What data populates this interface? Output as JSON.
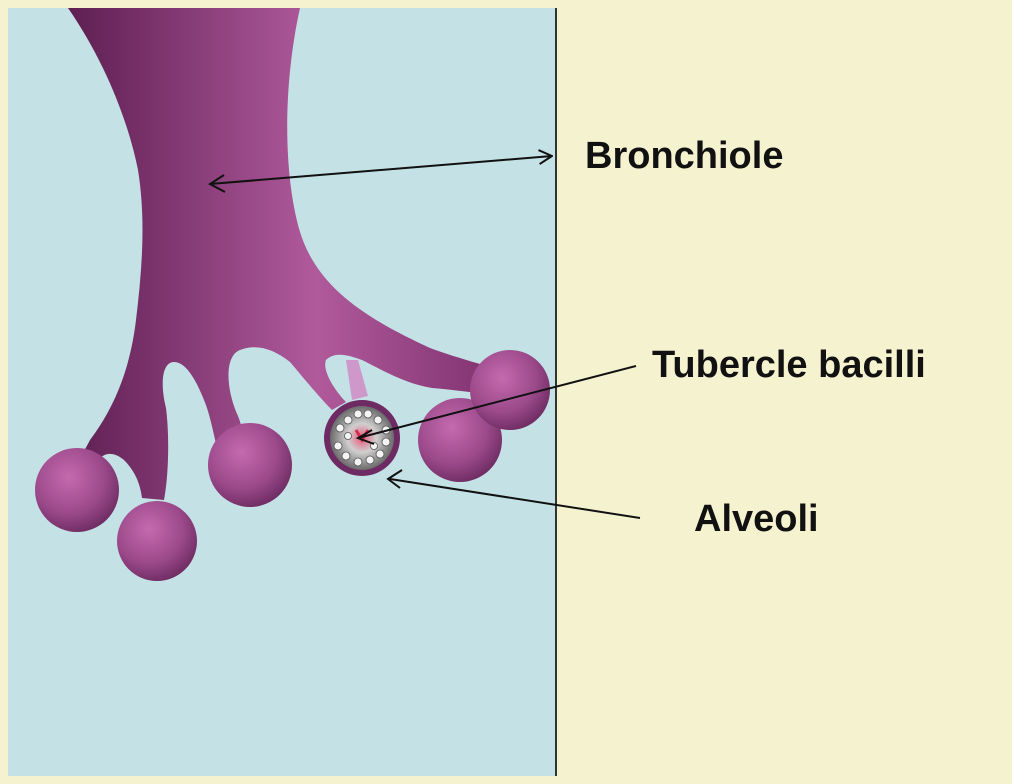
{
  "labels": {
    "bronchiole": "Bronchiole",
    "tubercle_bacilli": "Tubercle bacilli",
    "alveoli": "Alveoli"
  },
  "colors": {
    "slide_background": "#f5f2d0",
    "panel_background": "#c4e2e6",
    "tissue_light": "#b05a9c",
    "tissue_mid": "#8e3b7c",
    "tissue_dark": "#5e1f52",
    "arrow": "#111111",
    "bacilli_core": "#e85a7a"
  },
  "icons": {
    "pointer": "arrow-icon",
    "infected_alveolus": "bacilli-cluster-icon"
  }
}
